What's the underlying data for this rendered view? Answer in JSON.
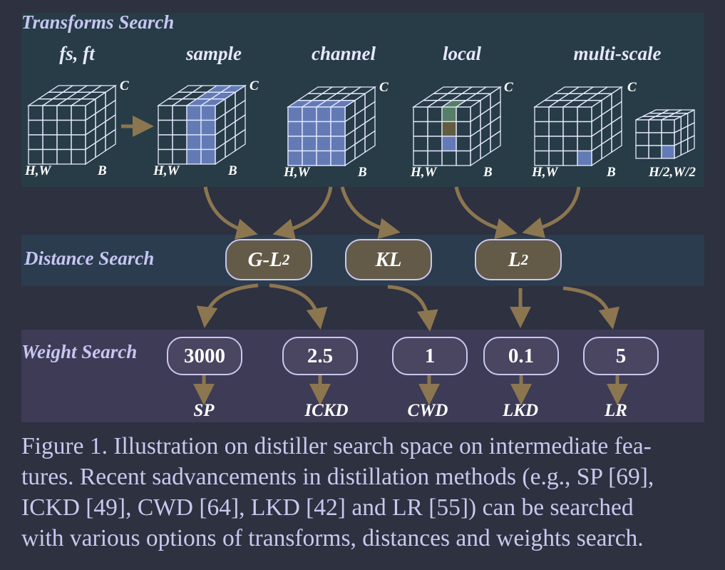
{
  "sections": {
    "transforms": "Transforms Search",
    "distance": "Distance Search",
    "weight": "Weight Search"
  },
  "transforms": [
    {
      "title": "fs, ft",
      "c": "C",
      "hw": "H,W",
      "b": "B",
      "highlight": "none"
    },
    {
      "title": "sample",
      "c": "C",
      "hw": "H,W",
      "b": "B",
      "highlight": "right-half"
    },
    {
      "title": "channel",
      "c": "C",
      "hw": "H,W",
      "b": "B",
      "highlight": "left-slice"
    },
    {
      "title": "local",
      "c": "C",
      "hw": "H,W",
      "b": "B",
      "highlight": "column"
    },
    {
      "title": "multi-scale",
      "c": "C",
      "hw": "H,W",
      "b": "B",
      "highlight": "corner",
      "extra_label": "H/2,W/2"
    }
  ],
  "distances": [
    {
      "label": "G-L",
      "sub": "2"
    },
    {
      "label": "KL",
      "sub": ""
    },
    {
      "label": "L",
      "sub": "2"
    }
  ],
  "weights": [
    "3000",
    "2.5",
    "1",
    "0.1",
    "5"
  ],
  "methods": [
    "SP",
    "ICKD",
    "CWD",
    "LKD",
    "LR"
  ],
  "caption": {
    "lines": [
      "Figure 1. Illustration on distiller search space on intermediate fea-",
      "tures. Recent sadvancements in distillation methods (e.g., SP [69],",
      "ICKD [49], CWD [64], LKD [42] and LR [55]) can be searched",
      "with various options of transforms, distances and weights search."
    ]
  },
  "colors": {
    "arrow": "#8c7650",
    "grid": "#e6e8ff",
    "highlight_blue": "#6f86c9",
    "highlight_green": "#5f8a6e",
    "highlight_brown": "#6d6240"
  }
}
